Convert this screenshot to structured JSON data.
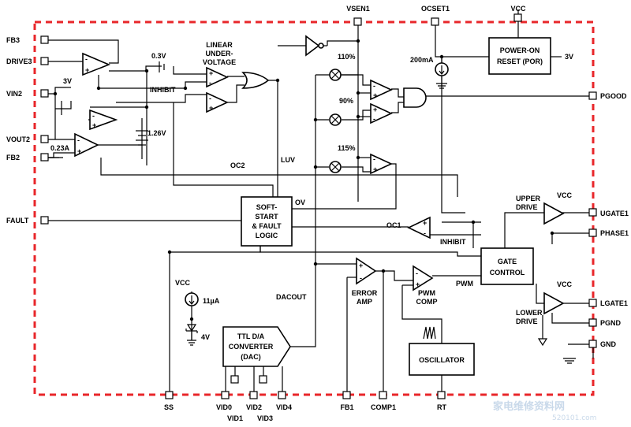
{
  "pins": {
    "fb3": "FB3",
    "drive3": "DRIVE3",
    "vin2": "VIN2",
    "vout2": "VOUT2",
    "fb2": "FB2",
    "fault": "FAULT",
    "vsen1": "VSEN1",
    "ocset1": "OCSET1",
    "vcc_top": "VCC",
    "pgood": "PGOOD",
    "ugate1": "UGATE1",
    "phase1": "PHASE1",
    "lgate1": "LGATE1",
    "pgnd": "PGND",
    "gnd": "GND",
    "ss": "SS",
    "vid0": "VID0",
    "vid1": "VID1",
    "vid2": "VID2",
    "vid3": "VID3",
    "vid4": "VID4",
    "fb1": "FB1",
    "comp1": "COMP1",
    "rt": "RT"
  },
  "blocks": {
    "por": [
      "POWER-ON",
      "RESET (POR)"
    ],
    "softstart": [
      "SOFT-",
      "START",
      "& FAULT",
      "LOGIC"
    ],
    "gate_control": [
      "GATE",
      "CONTROL"
    ],
    "dac": [
      "TTL D/A",
      "CONVERTER",
      "(DAC)"
    ],
    "oscillator": "OSCILLATOR"
  },
  "labels": {
    "linear_uv": [
      "LINEAR",
      "UNDER-",
      "VOLTAGE"
    ],
    "v03": "0.3V",
    "inhibit1": "INHIBIT",
    "v3_vin": "3V",
    "v126": "1.26V",
    "i023": "0.23A",
    "oc2": "OC2",
    "luv": "LUV",
    "ov": "OV",
    "oc1": "OC1",
    "inhibit2": "INHIBIT",
    "pwm": "PWM",
    "p110": "110%",
    "p90": "90%",
    "p115": "115%",
    "i200": "200mA",
    "v3_por": "3V",
    "upper_drive": [
      "UPPER",
      "DRIVE"
    ],
    "lower_drive": [
      "LOWER",
      "DRIVE"
    ],
    "vcc_upper": "VCC",
    "vcc_lower": "VCC",
    "error_amp": [
      "ERROR",
      "AMP"
    ],
    "pwm_comp": [
      "PWM",
      "COMP"
    ],
    "dacout": "DACOUT",
    "vcc_ss": "VCC",
    "i11": "11µA",
    "v4": "4V",
    "plus": "+",
    "minus": "-"
  },
  "watermark": {
    "cn": "家电维修资料网",
    "url": "520101.com"
  }
}
